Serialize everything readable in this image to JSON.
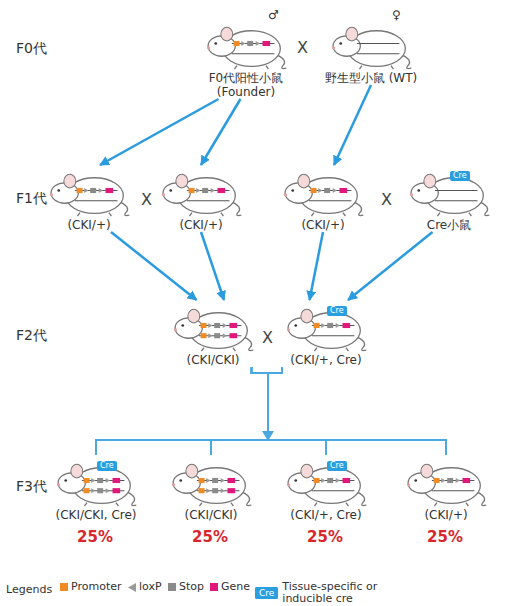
{
  "diagram": {
    "nodes": [
      {
        "text": [
          "F0代阳性小鼠 (Founder)"
        ]
      },
      {
        "text": [
          "野生型小鼠 (WT)"
        ]
      },
      {
        "text": [
          "(CKI/+)"
        ]
      },
      {
        "text": [
          "(CKI/+)"
        ]
      },
      {
        "text": [
          "(CKI/+)"
        ]
      },
      {
        "text": [
          "Cre小鼠"
        ]
      },
      {
        "text": [
          "(CKI/CKI)"
        ]
      },
      {
        "text": [
          "(CKI/+, Cre)"
        ]
      },
      {
        "text": [
          "(CKI/CKI, Cre)"
        ]
      },
      {
        "text": [
          "(CKI/CKI)"
        ]
      },
      {
        "text": [
          "(CKI/+, Cre)"
        ]
      },
      {
        "text": [
          "(CKI/+)"
        ]
      }
    ],
    "edges": [
      {
        "from": 0,
        "to": 2,
        "arrow": "to"
      },
      {
        "from": 0,
        "to": 3,
        "arrow": "to"
      },
      {
        "from": 1,
        "to": 4,
        "arrow": "to"
      },
      {
        "from": 2,
        "to": 6,
        "arrow": "to"
      },
      {
        "from": 3,
        "to": 6,
        "arrow": "to"
      },
      {
        "from": 4,
        "to": 7,
        "arrow": "to"
      },
      {
        "from": 5,
        "to": 7,
        "arrow": "to"
      },
      {
        "from": 6,
        "to": 8,
        "arrow": "none"
      },
      {
        "from": 6,
        "to": 9,
        "arrow": "none"
      },
      {
        "from": 6,
        "to": 10,
        "arrow": "none"
      },
      {
        "from": 6,
        "to": 11,
        "arrow": "none"
      },
      {
        "from": 7,
        "to": 8,
        "arrow": "none"
      },
      {
        "from": 7,
        "to": 9,
        "arrow": "none"
      },
      {
        "from": 7,
        "to": 10,
        "arrow": "none"
      },
      {
        "from": 7,
        "to": 11,
        "arrow": "none"
      }
    ],
    "labels": [
      "F0代",
      "F1代",
      "F2代",
      "F3代",
      "♂",
      "♀",
      "X",
      "X",
      "X",
      "X",
      "25%",
      "25%",
      "25%",
      "25%",
      "Legends",
      "Cre",
      "Cre",
      "Cre",
      "Cre",
      "Cre"
    ],
    "legend": [
      {
        "text": "Promoter",
        "color": "#f08a24"
      },
      {
        "text": "loxP"
      },
      {
        "text": "Stop",
        "color": "#8a8a8a"
      },
      {
        "text": "Gene",
        "color": "#e0187c"
      },
      {
        "text": "Tissue-specific or inducible cre",
        "color": "#2a9fe0"
      }
    ]
  }
}
